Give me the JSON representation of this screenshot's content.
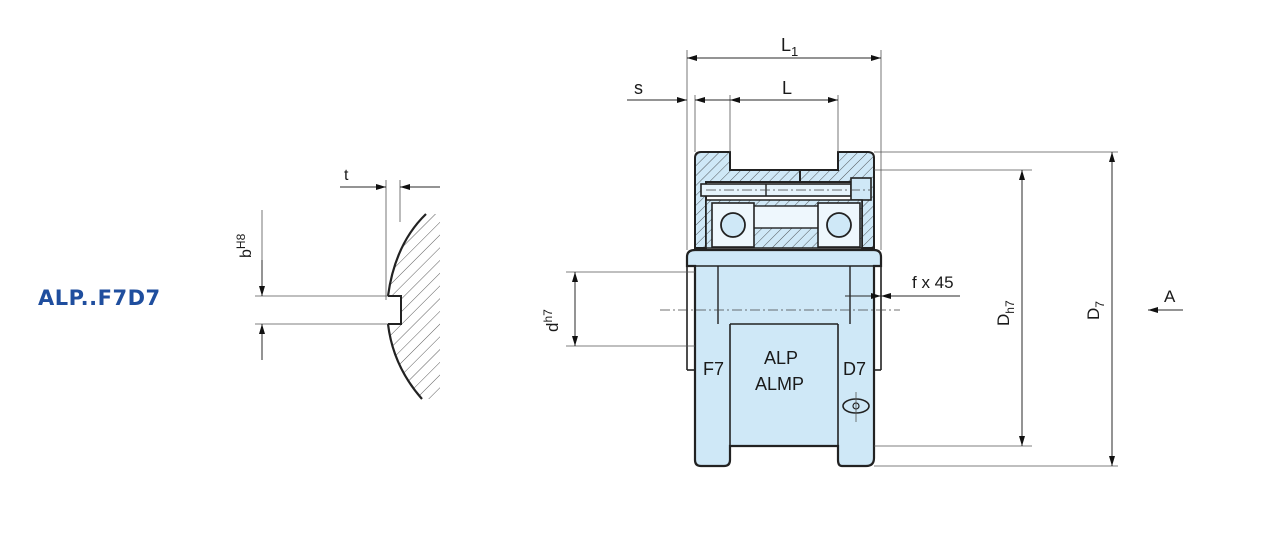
{
  "title": {
    "text": "ALP..F7D7",
    "color": "#1f4e9e"
  },
  "part_fill_color": "#cfe8f7",
  "labels": {
    "t": "t",
    "b_main": "b",
    "b_sup": "H8",
    "L1_main": "L",
    "L1_sub": "1",
    "L": "L",
    "s": "s",
    "f45": "f x 45",
    "d_main": "d",
    "d_sup": "h7",
    "Dh_main": "D",
    "Dh_sub": "h7",
    "D7_main": "D",
    "D7_sub": "7",
    "A": "A",
    "F7": "F7",
    "D7_face": "D7",
    "ALP": "ALP",
    "ALMP": "ALMP"
  }
}
